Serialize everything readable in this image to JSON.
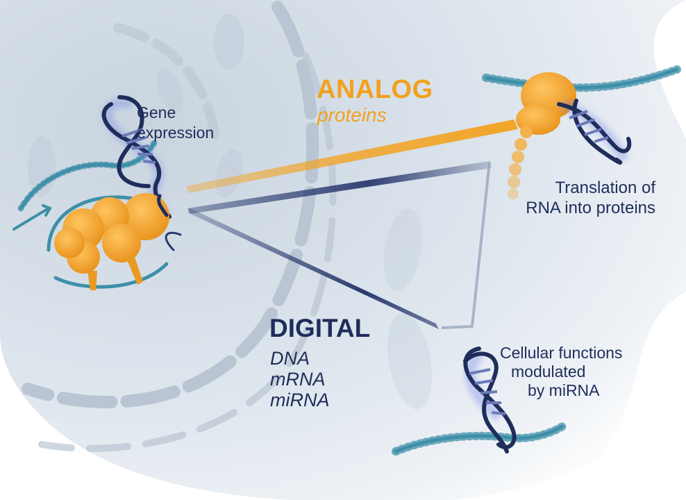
{
  "labels": {
    "gene_expression": [
      "Gene",
      "expression"
    ],
    "analog_title": "ANALOG",
    "analog_subtitle": "proteins",
    "translation": [
      "Translation of",
      "RNA into proteins"
    ],
    "digital_title": "DIGITAL",
    "digital_items": [
      "DNA",
      "mRNA",
      "miRNA"
    ],
    "cellular": [
      "Cellular functions",
      "modulated",
      "by miRNA"
    ]
  },
  "colors": {
    "navy": "#1f2d5a",
    "orange": "#f3a11d",
    "cell_background": "#d9e2ec",
    "teal_rna": "#3f8fa8"
  },
  "icons": [
    "dna-helix-icon",
    "protein-complex-icon",
    "ribosome-icon",
    "rna-strand-icon"
  ]
}
